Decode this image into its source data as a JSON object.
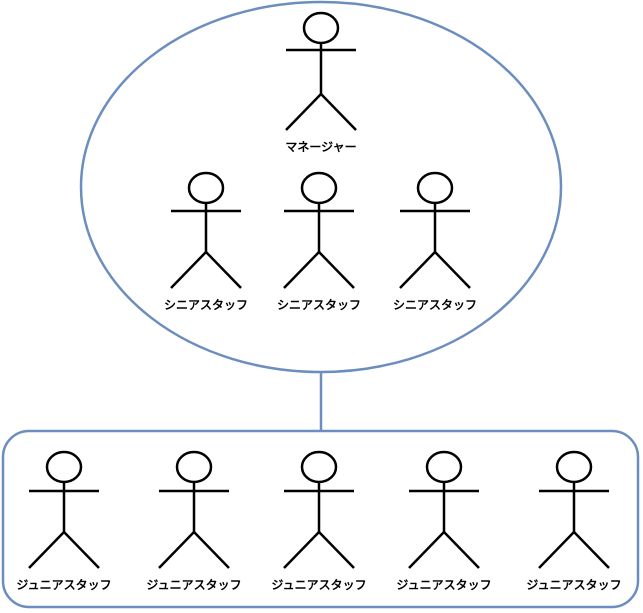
{
  "diagram": {
    "colors": {
      "container_stroke": "#6c8ebf",
      "connector_stroke": "#6c8ebf",
      "actor_stroke": "#000000",
      "background": "#ffffff"
    },
    "senior_group": {
      "manager": {
        "label": "マネージャー"
      },
      "staff": [
        {
          "label": "シニアスタッフ"
        },
        {
          "label": "シニアスタッフ"
        },
        {
          "label": "シニアスタッフ"
        }
      ]
    },
    "junior_group": {
      "staff": [
        {
          "label": "ジュニアスタッフ"
        },
        {
          "label": "ジュニアスタッフ"
        },
        {
          "label": "ジュニアスタッフ"
        },
        {
          "label": "ジュニアスタッフ"
        },
        {
          "label": "ジュニアスタッフ"
        }
      ]
    }
  }
}
